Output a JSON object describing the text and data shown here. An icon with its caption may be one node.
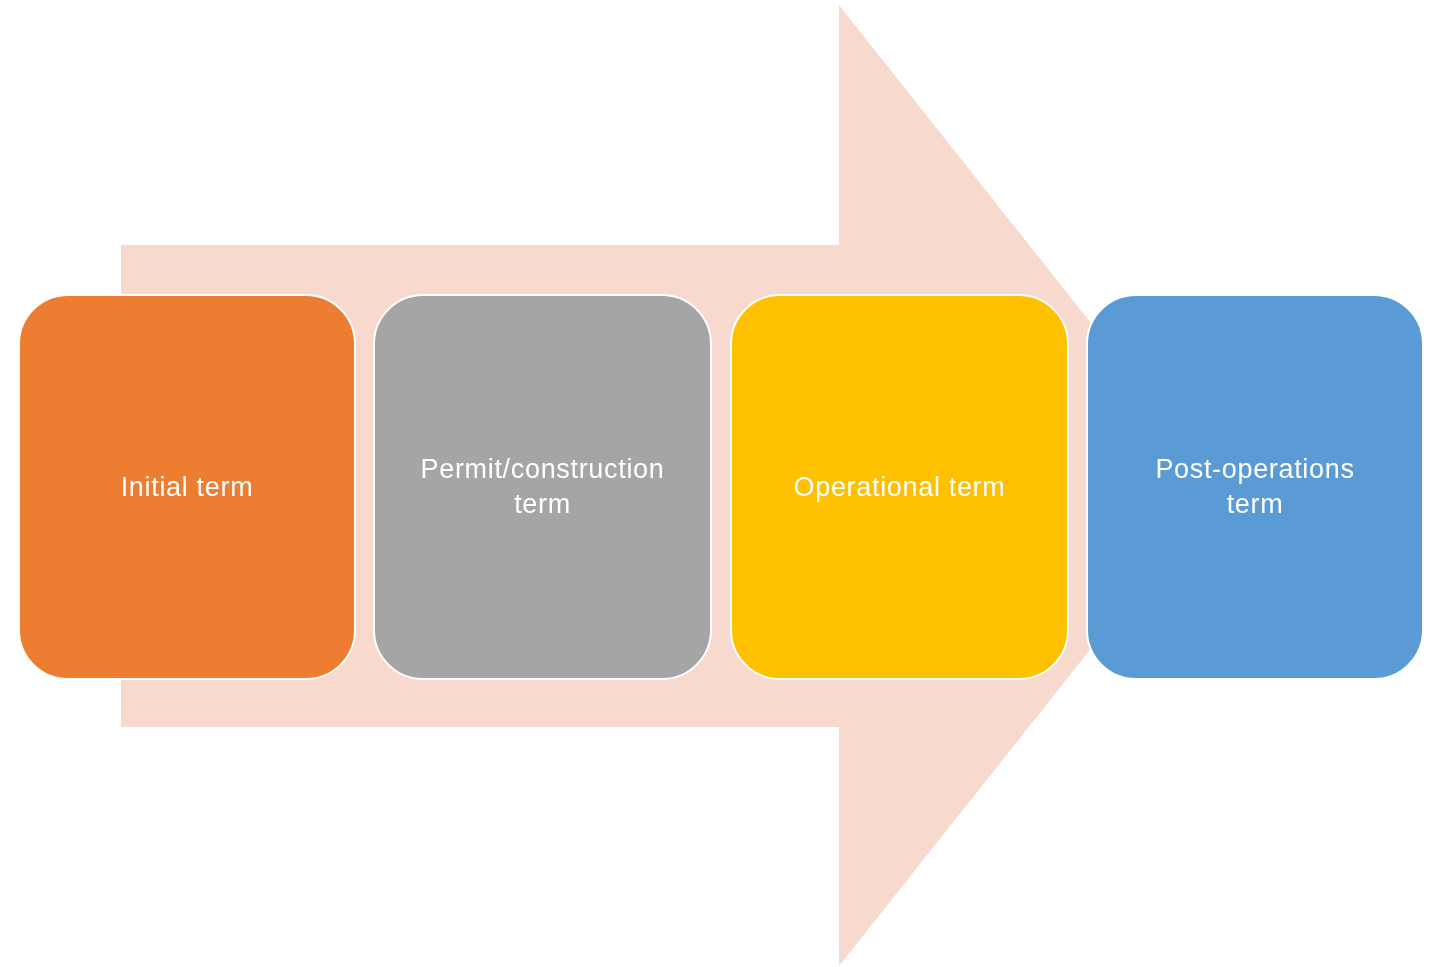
{
  "diagram": {
    "nodes": [
      {
        "text": [
          "Initial term"
        ]
      },
      {
        "text": [
          "Permit/construction term"
        ]
      },
      {
        "text": [
          "Operational term"
        ]
      },
      {
        "text": [
          "Post-operations term"
        ]
      }
    ],
    "edges": [
      {
        "from": 0,
        "to": 3,
        "arrow": "to"
      }
    ]
  }
}
